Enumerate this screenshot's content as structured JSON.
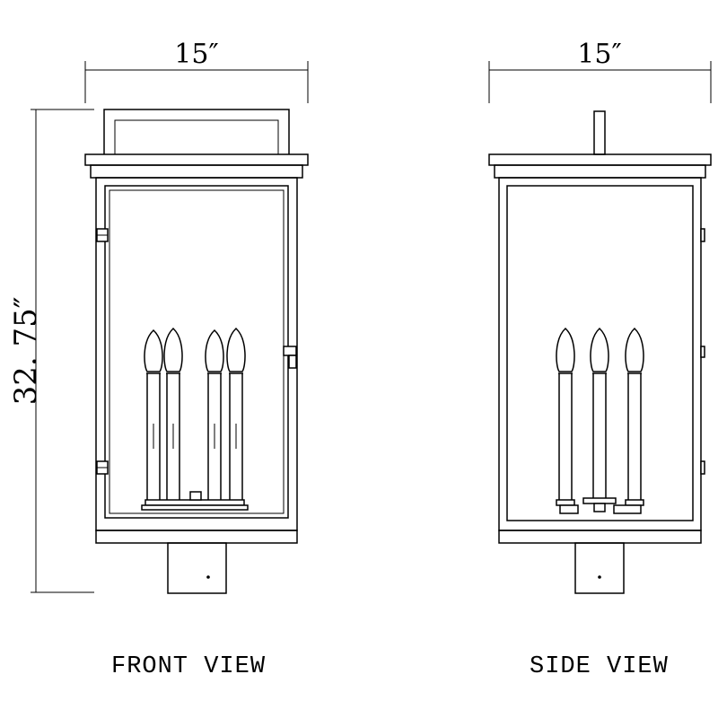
{
  "front_view": {
    "label": "FRONT VIEW",
    "width_dim": "15″",
    "height_dim": "32. 75″"
  },
  "side_view": {
    "label": "SIDE VIEW",
    "width_dim": "15″"
  },
  "colors": {
    "line": "#000000",
    "background": "#ffffff"
  }
}
